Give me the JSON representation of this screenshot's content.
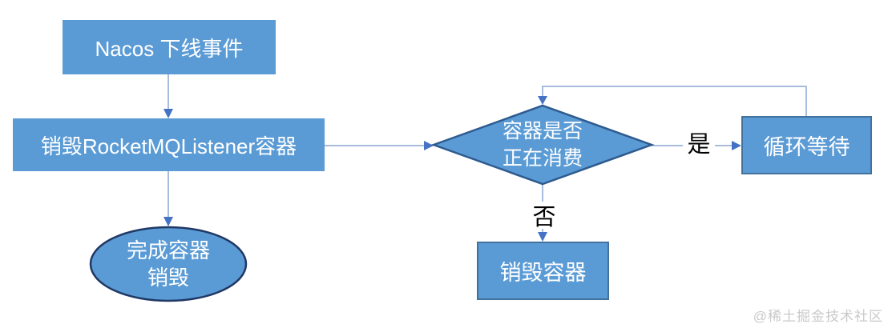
{
  "diagram": {
    "nodes": {
      "nacos_event": {
        "label": "Nacos 下线事件"
      },
      "destroy_listener": {
        "label": "销毁RocketMQListener容器"
      },
      "complete_destroy": {
        "line1": "完成容器",
        "line2": "销毁"
      },
      "is_consuming": {
        "line1": "容器是否",
        "line2": "正在消费"
      },
      "loop_wait": {
        "label": "循环等待"
      },
      "destroy_container": {
        "label": "销毁容器"
      }
    },
    "edge_labels": {
      "yes": "是",
      "no": "否"
    }
  },
  "watermark": "@稀土掘金技术社区",
  "colors": {
    "node_fill": "#5B9BD5",
    "box_border": "#41719C",
    "diamond_border": "#2E5B8F",
    "ellipse_border": "#1F3864",
    "connector": "#8AA5D2",
    "arrowhead": "#4472C4",
    "edge_label_text": "#000000",
    "watermark_text": "#C9C9C9"
  }
}
